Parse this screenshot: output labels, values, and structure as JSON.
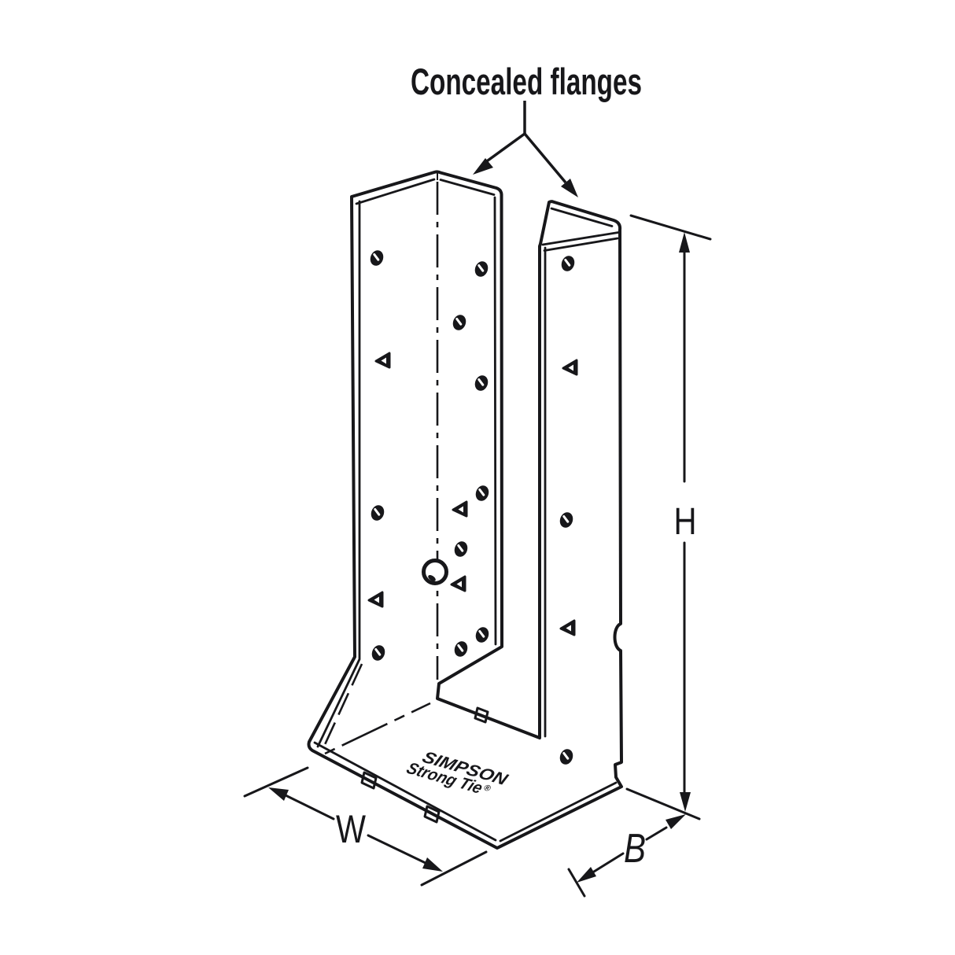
{
  "callout": {
    "label": "Concealed flanges"
  },
  "dimension_labels": {
    "height": "H",
    "width": "W",
    "bearing": "B"
  },
  "brand_stamp": {
    "line1": "SIMPSON",
    "line2": "Strong Tie",
    "registered_mark": "®"
  },
  "colors": {
    "metal_fill": "#d3d9e2",
    "line": "#17171a",
    "hole_fill": "#17171a",
    "background": "#ffffff"
  }
}
